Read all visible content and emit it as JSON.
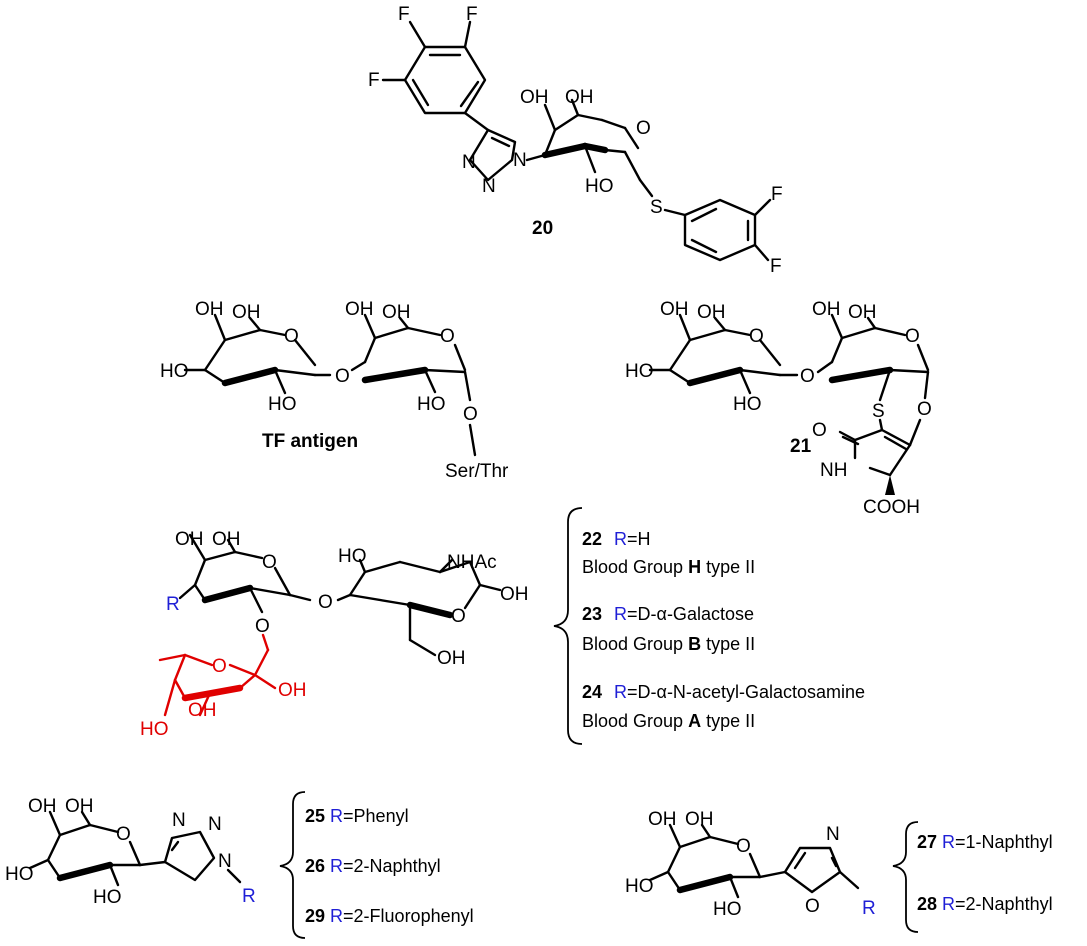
{
  "compound_20": {
    "id": "20",
    "atoms": {
      "f_left": "F",
      "f_top1": "F",
      "f_top2": "F",
      "f_aryl1": "F",
      "f_aryl2": "F",
      "n1": "N",
      "n2": "N",
      "n3": "N",
      "oh4": "OH",
      "oh6": "OH",
      "oh2": "HO",
      "o_ring": "O",
      "s": "S"
    }
  },
  "tf_antigen": {
    "id": "TF antigen",
    "atoms": {
      "oh4a": "OH",
      "oh6a": "OH",
      "ho3a": "HO",
      "ho2a": "HO",
      "o_ring_a": "O",
      "o_link": "O",
      "oh4b": "OH",
      "oh6b": "OH",
      "ho2b": "HO",
      "o_ring_b": "O",
      "o_anom": "O",
      "ser_thr": "Ser/Thr"
    }
  },
  "compound_21": {
    "id": "21",
    "atoms": {
      "oh4a": "OH",
      "oh6a": "OH",
      "ho3a": "HO",
      "ho2a": "HO",
      "o_ring_a": "O",
      "o_link": "O",
      "oh4b": "OH",
      "oh6b": "OH",
      "o_ring_b": "O",
      "s": "S",
      "o_ring_c": "O",
      "o_carbonyl": "O",
      "nh": "NH",
      "cooh": "COOH"
    }
  },
  "compound_22_24": {
    "atoms": {
      "oh4": "OH",
      "oh6": "OH",
      "r": "R",
      "o_ring_gal": "O",
      "o_fuc_link": "O",
      "o_gal_link": "O",
      "ho3_glc": "HO",
      "nhac": "NHAc",
      "oh_anom": "OH",
      "o_ring_glc": "O",
      "oh6_glc": "OH",
      "o_ring_fuc": "O",
      "ho_fuc4": "HO",
      "oh_fuc3": "OH",
      "oh_fuc2": "OH"
    },
    "entries": [
      {
        "id": "22",
        "r_label": "R",
        "r_value": "=H",
        "group_prefix": "Blood Group ",
        "group_letter": "H",
        "group_suffix": " type II"
      },
      {
        "id": "23",
        "r_label": "R",
        "r_value": "=D-α-Galactose",
        "group_prefix": "Blood Group ",
        "group_letter": "B",
        "group_suffix": " type II"
      },
      {
        "id": "24",
        "r_label": "R",
        "r_value": "=D-α-N-acetyl-Galactosamine",
        "group_prefix": "Blood Group ",
        "group_letter": "A",
        "group_suffix": " type II"
      }
    ]
  },
  "compound_25_29": {
    "atoms": {
      "oh4": "OH",
      "oh6": "OH",
      "ho3": "HO",
      "ho2": "HO",
      "o_ring": "O",
      "n1": "N",
      "n2": "N",
      "n3": "N",
      "r": "R"
    },
    "entries": [
      {
        "id": "25",
        "r_label": "R",
        "r_value": "=Phenyl"
      },
      {
        "id": "26",
        "r_label": "R",
        "r_value": "=2-Naphthyl"
      },
      {
        "id": "29",
        "r_label": "R",
        "r_value": "=2-Fluorophenyl"
      }
    ]
  },
  "compound_27_28": {
    "atoms": {
      "oh4": "OH",
      "oh6": "OH",
      "ho3": "HO",
      "ho2": "HO",
      "o_ring": "O",
      "n": "N",
      "o_ox": "O",
      "r": "R"
    },
    "entries": [
      {
        "id": "27",
        "r_label": "R",
        "r_value": "=1-Naphthyl"
      },
      {
        "id": "28",
        "r_label": "R",
        "r_value": "=2-Naphthyl"
      }
    ]
  },
  "colors": {
    "bond": "#000000",
    "highlight": "#e00000",
    "r_group": "#1f1fd6"
  }
}
